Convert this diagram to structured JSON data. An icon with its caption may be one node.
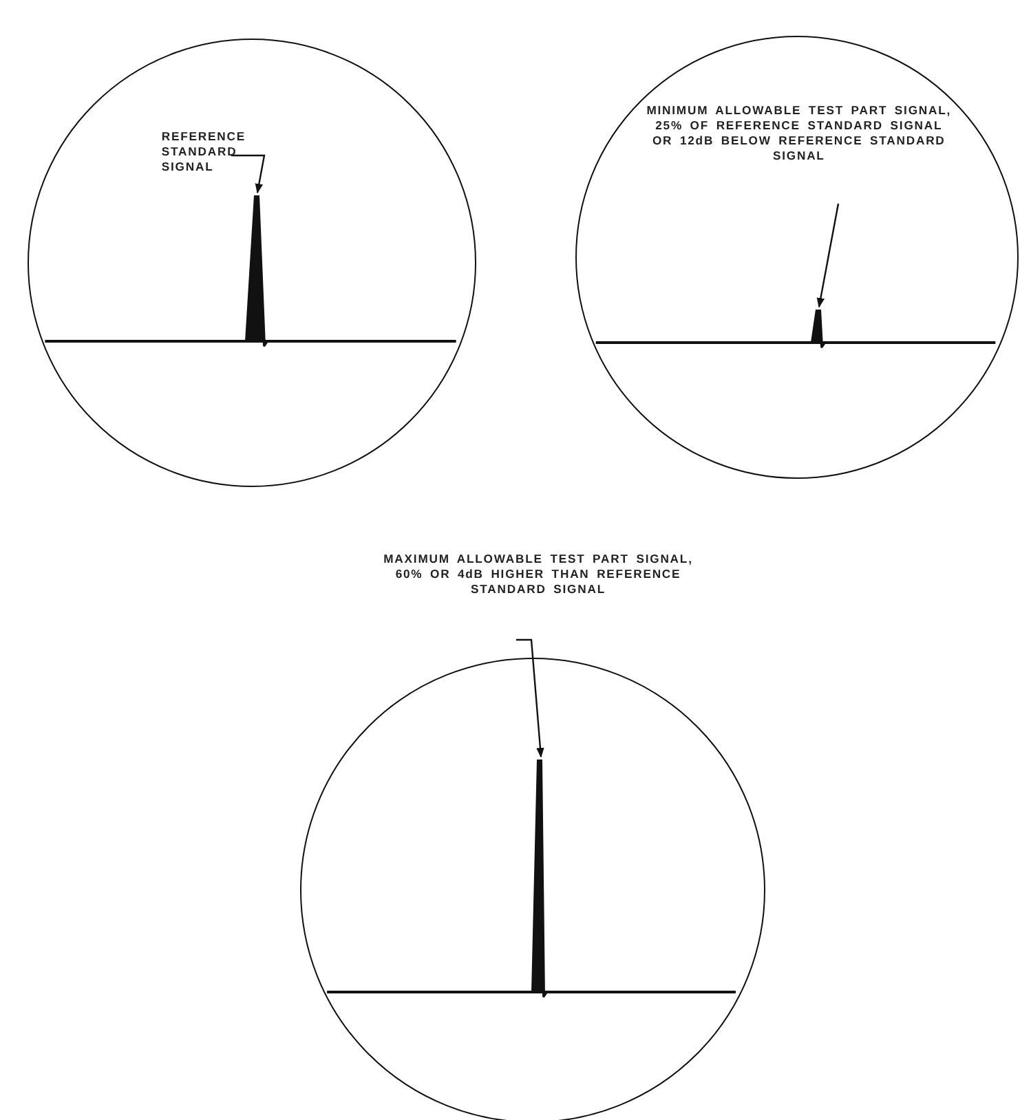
{
  "diagram": {
    "nodes": [
      {
        "text": [],
        "shape": "circle"
      },
      {
        "text": [
          "REFERENCE STANDARD SIGNAL"
        ],
        "in": 0
      },
      {
        "text": [],
        "shape": "spike",
        "in": 0
      },
      {
        "text": [],
        "shape": "circle"
      },
      {
        "text": [
          "MINIMUM ALLOWABLE TEST PART SIGNAL, 25% OF REFERENCE STANDARD SIGNAL OR 12dB BELOW REFERENCE STANDARD SIGNAL"
        ],
        "in": 3
      },
      {
        "text": [],
        "shape": "spike",
        "in": 3
      },
      {
        "text": [],
        "shape": "circle"
      },
      {
        "text": [
          "MAXIMUM ALLOWABLE TEST PART SIGNAL, 60% OR 4dB HIGHER THAN REFERENCE STANDARD SIGNAL"
        ]
      },
      {
        "text": [],
        "shape": "spike",
        "in": 6
      }
    ],
    "edges": [
      {
        "from": 1,
        "to": 2,
        "arrow": "to"
      },
      {
        "from": 4,
        "to": 5,
        "arrow": "to"
      },
      {
        "from": 7,
        "to": 8,
        "arrow": "to"
      }
    ]
  }
}
